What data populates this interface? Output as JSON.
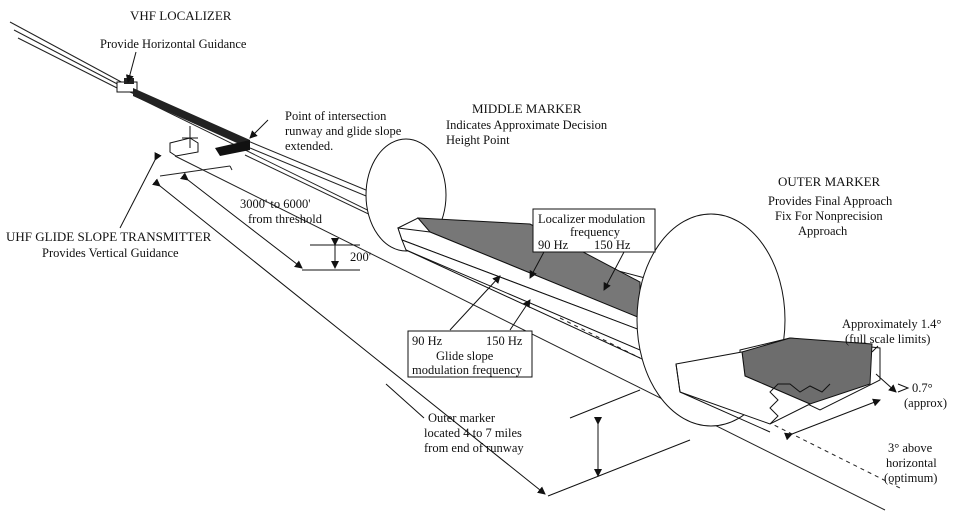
{
  "labels": {
    "vhf_localizer_title": "VHF LOCALIZER",
    "vhf_localizer_desc": "Provide Horizontal Guidance",
    "intersection_line1": "Point of intersection",
    "intersection_line2": "runway and glide slope",
    "intersection_line3": "extended.",
    "middle_marker_title": "MIDDLE MARKER",
    "middle_marker_line1": "Indicates Approximate Decision",
    "middle_marker_line2": "Height Point",
    "outer_marker_title": "OUTER MARKER",
    "outer_marker_line1": "Provides Final Approach",
    "outer_marker_line2": "Fix For Nonprecision",
    "outer_marker_line3": "Approach",
    "threshold_dist_line1": "3000' to 6000'",
    "threshold_dist_line2": "from threshold",
    "uhf_title": "UHF GLIDE SLOPE TRANSMITTER",
    "uhf_desc": "Provides Vertical Guidance",
    "height_200": "200'",
    "loc_mod_line1": "Localizer modulation",
    "loc_mod_line2": "frequency",
    "loc_90": "90 Hz",
    "loc_150": "150 Hz",
    "gs_90": "90 Hz",
    "gs_150": "150 Hz",
    "gs_mod_line1": "Glide slope",
    "gs_mod_line2": "modulation frequency",
    "outer_dist_line1": "Outer marker",
    "outer_dist_line2": "located 4 to 7 miles",
    "outer_dist_line3": "from end of runway",
    "approx_14_line1": "Approximately 1.4°",
    "approx_14_line2": "(full scale limits)",
    "deg_07_line1": "0.7°",
    "deg_07_line2": "(approx)",
    "deg_3_line1": "3° above",
    "deg_3_line2": "horizontal",
    "deg_3_line3": "(optimum)"
  }
}
